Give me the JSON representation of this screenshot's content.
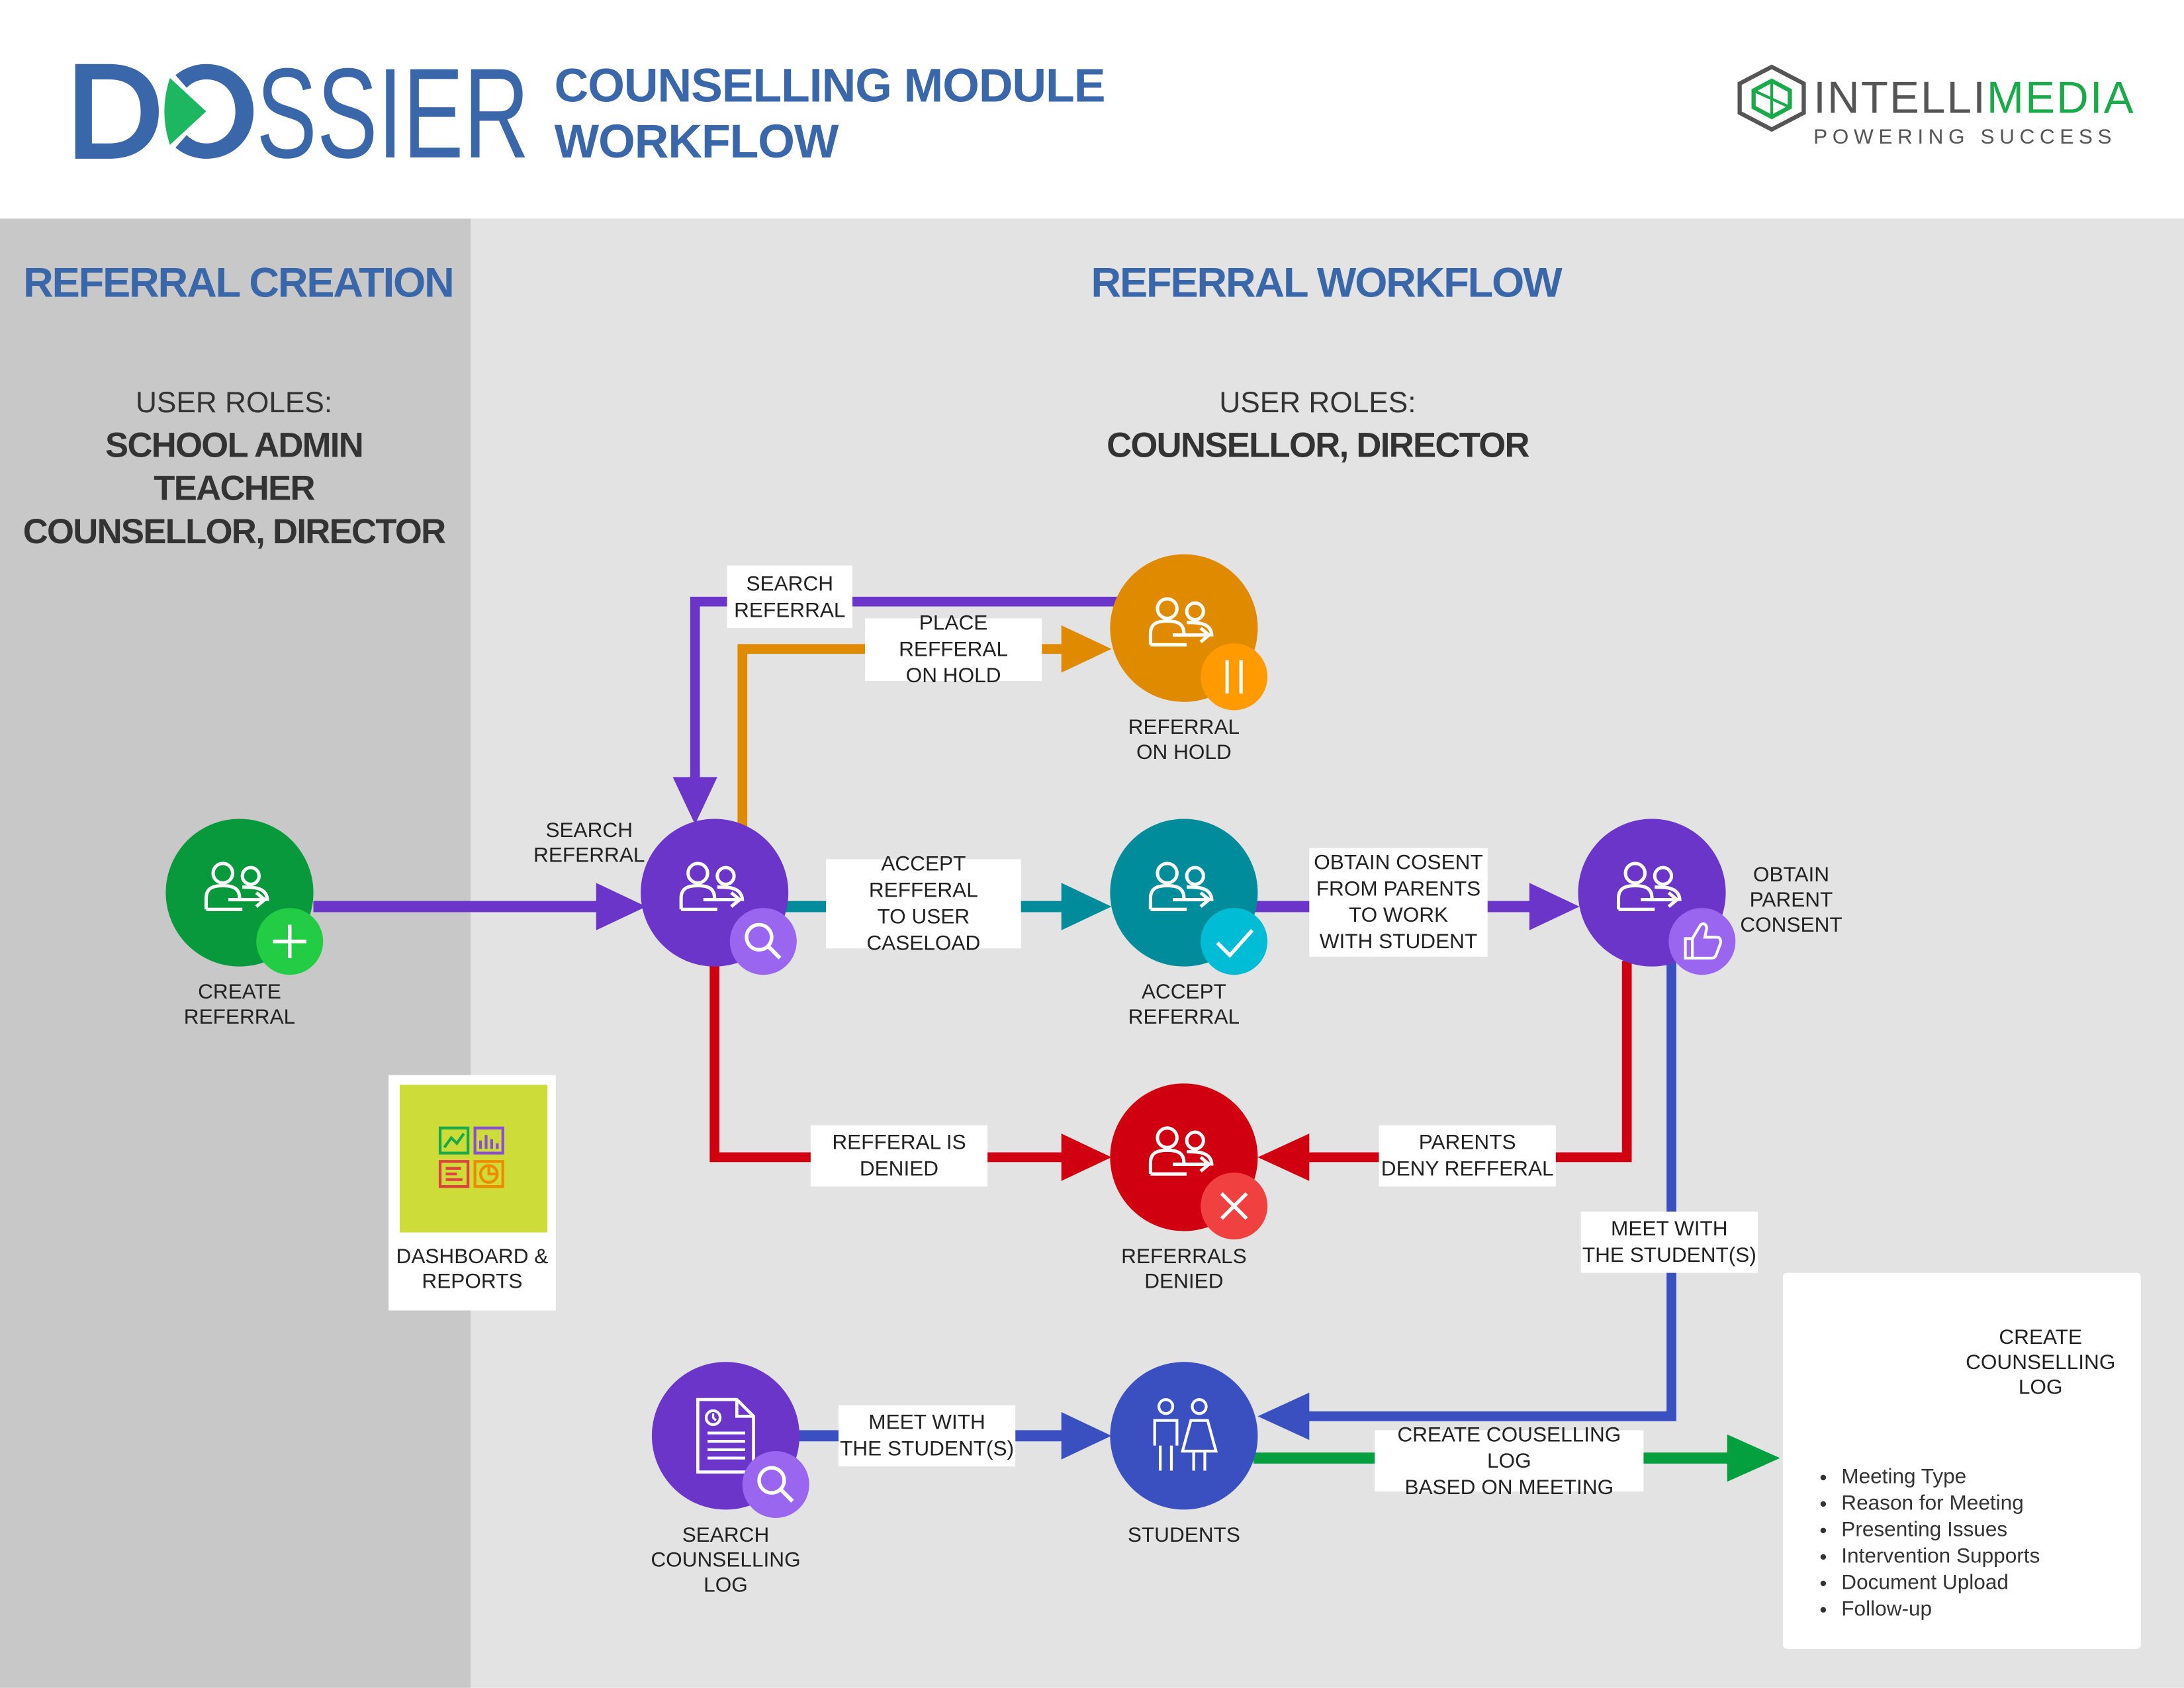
{
  "header": {
    "logo_text": "DOSSIER",
    "title": "COUNSELLING MODULE\nWORKFLOW",
    "brand": {
      "part1": "INTELLI",
      "part2": "MEDIA",
      "tagline": "POWERING SUCCESS"
    }
  },
  "referral_creation": {
    "title": "REFERRAL CREATION",
    "roles_heading": "USER ROLES:",
    "roles": "SCHOOL ADMIN\nTEACHER\nCOUNSELLOR, DIRECTOR"
  },
  "referral_workflow": {
    "title": "REFERRAL WORKFLOW",
    "roles_heading": "USER ROLES:",
    "roles": "COUNSELLOR, DIRECTOR"
  },
  "nodes": {
    "create_referral": "CREATE\nREFERRAL",
    "on_hold": "REFERRAL\nON HOLD",
    "accept": "ACCEPT\nREFERRAL",
    "consent": "OBTAIN\nPARENT\nCONSENT",
    "denied": "REFERRALS\nDENIED",
    "search_log": "SEARCH\nCOUNSELLING\nLOG",
    "students": "STUDENTS",
    "create_log": "CREATE\nCOUNSELLING\nLOG",
    "dashboard": "DASHBOARD &\nREPORTS"
  },
  "edges": {
    "search_referral_top": "SEARCH\nREFERRAL",
    "place_on_hold": "PLACE REFFERAL\nON HOLD",
    "search_referral_left": "SEARCH\nREFERRAL",
    "accept": "ACCEPT REFFERAL\nTO USER\nCASELOAD",
    "obtain_consent": "OBTAIN COSENT\nFROM PARENTS\nTO WORK\nWITH STUDENT",
    "denied": "REFFERAL IS\nDENIED",
    "parents_deny": "PARENTS\nDENY REFFERAL",
    "meet_right": "MEET WITH\nTHE STUDENT(S)",
    "meet_bottom": "MEET WITH\nTHE STUDENT(S)",
    "create_log": "CREATE COUSELLING LOG\nBASED ON MEETING"
  },
  "log_fields": [
    "Meeting Type",
    "Reason for Meeting",
    "Presenting Issues",
    "Intervention Supports",
    "Document Upload",
    "Follow-up"
  ],
  "colors": {
    "brand_blue": "#3a66aa",
    "purple": "#6a35c8",
    "orange": "#e08a00",
    "teal": "#008c9a",
    "red": "#d00010",
    "blue": "#3a4fc0",
    "green": "#07993b",
    "lime": "#cddc39"
  },
  "icons": {
    "create_referral": "people-plus-icon",
    "search_referral": "people-search-icon",
    "on_hold": "people-pause-icon",
    "accept": "people-check-icon",
    "consent": "people-thumbs-up-icon",
    "denied": "people-x-icon",
    "search_log": "document-search-icon",
    "students": "students-icon",
    "create_log": "document-search-icon",
    "dashboard": "dashboard-icon"
  }
}
